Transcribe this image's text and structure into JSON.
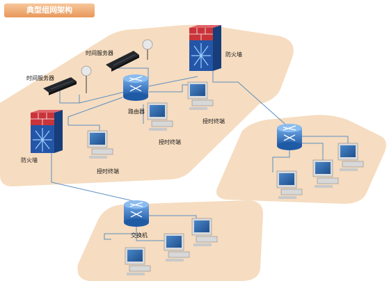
{
  "title": "典型组网架构",
  "colors": {
    "zone": "#f6dcc0",
    "link": "#5a8fc0",
    "router": "#2a6cb8",
    "firewall_red": "#c8343a",
    "firewall_blue": "#2456a8",
    "monitor": "#2d5f9e",
    "server": "#23262b"
  },
  "labels": {
    "time_server_top": "时间服务器",
    "time_server_left": "时间服务器",
    "firewall_top": "防火墙",
    "firewall_left": "防火墙",
    "router": "路由器",
    "client_mid_right": "授时终端",
    "client_mid": "授时终端",
    "client_left": "授时终端",
    "switch": "交换机"
  }
}
